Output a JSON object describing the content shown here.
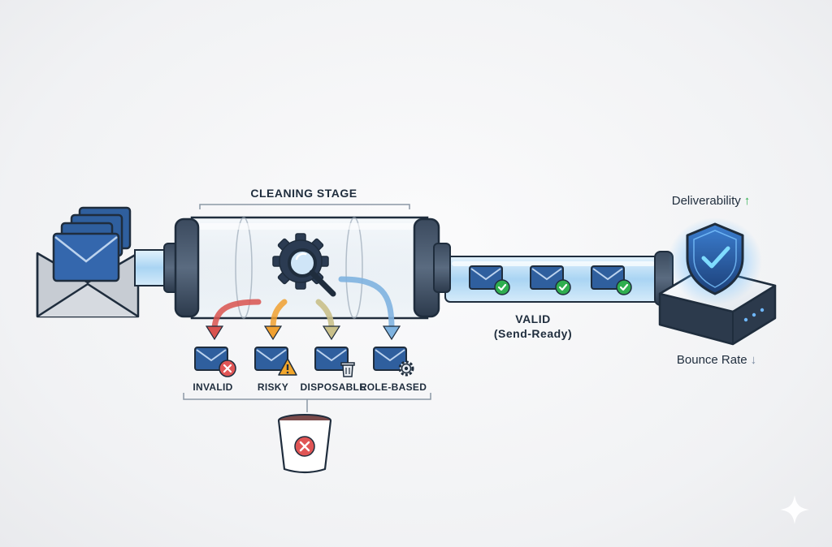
{
  "stage_title": "CLEANING STAGE",
  "categories": [
    {
      "label": "INVALID",
      "badge": "x-badge-icon",
      "arrow_color": "#d9534f"
    },
    {
      "label": "RISKY",
      "badge": "warning-icon",
      "arrow_color": "#f0a030"
    },
    {
      "label": "DISPOSABLE",
      "badge": "trash-icon",
      "arrow_color": "#c9c08a"
    },
    {
      "label": "ROLE-BASED",
      "badge": "gear-icon",
      "arrow_color": "#7fb3e0"
    }
  ],
  "valid": {
    "line1": "VALID",
    "line2": "(Send-Ready)",
    "count": 3
  },
  "metrics": {
    "deliverability": "Deliverability",
    "deliverability_trend": "↑",
    "bounce": "Bounce Rate",
    "bounce_trend": "↓"
  },
  "colors": {
    "navy": "#1f2d3d",
    "envelope": "#2f5f9e",
    "tube": "#bfe0f7",
    "success": "#2fae4f",
    "error": "#d9534f",
    "warning": "#f2a62b",
    "shield_glow": "#3aa0ff"
  },
  "icons": [
    "inbox-stack-icon",
    "magnifier-gear-icon",
    "envelope-icon",
    "check-badge-icon",
    "shield-check-icon",
    "trash-bin-icon",
    "sparkle-icon"
  ]
}
